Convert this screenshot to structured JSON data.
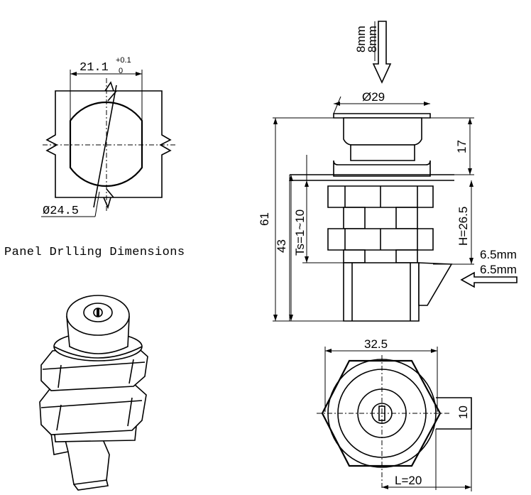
{
  "drilling": {
    "width_label": "21.1",
    "tol_upper": "+0.1",
    "tol_lower": "0",
    "diameter_label": "Ø24.5",
    "caption": "Panel Drlling Dimensions"
  },
  "side_view": {
    "stroke_label_a": "8mm",
    "stroke_label_b": "8mm",
    "top_diameter": "Ø29",
    "head_height": "17",
    "overall_height": "61",
    "body_height": "43",
    "thread_span": "Ts=1~10",
    "height_h": "H=26.5",
    "latch_label_a": "6.5mm",
    "latch_label_b": "6.5mm"
  },
  "bottom_view": {
    "width_label": "32.5",
    "slot_label": "10",
    "length_label": "L=20"
  }
}
